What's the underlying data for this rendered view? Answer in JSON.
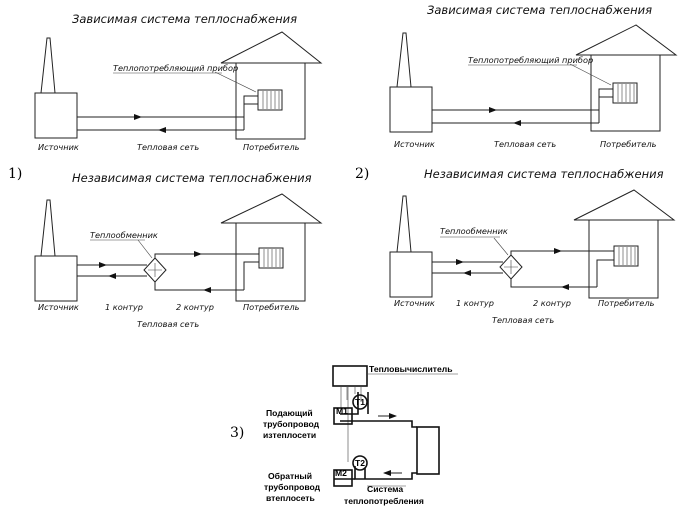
{
  "top_left": {
    "title": "Зависимая система теплоснабжения",
    "device_label": "Теплопотребляющий прибор",
    "source_label": "Источник",
    "network_label": "Тепловая сеть",
    "consumer_label": "Потребитель"
  },
  "top_right": {
    "title": "Зависимая система теплоснабжения",
    "device_label": "Теплопотребляющий прибор",
    "source_label": "Источник",
    "network_label": "Тепловая сеть",
    "consumer_label": "Потребитель"
  },
  "mid_left": {
    "title": "Независимая система теплоснабжения",
    "exchanger_label": "Теплообменник",
    "source_label": "Источник",
    "circuit1_label": "1 контур",
    "circuit2_label": "2 контур",
    "network_label": "Тепловая сеть",
    "consumer_label": "Потребитель"
  },
  "mid_right": {
    "title": "Независимая система теплоснабжения",
    "exchanger_label": "Теплообменник",
    "source_label": "Источник",
    "circuit1_label": "1 контур",
    "circuit2_label": "2 контур",
    "network_label": "Тепловая сеть",
    "consumer_label": "Потребитель"
  },
  "markers": {
    "one": "1)",
    "two": "2)",
    "three": "3)"
  },
  "meter": {
    "calculator_label": "Тепловычислитель",
    "supply_line1": "Подающий",
    "supply_line2": "трубопровод",
    "supply_line3": "изтеплосети",
    "return_line1": "Обратный",
    "return_line2": "трубопровод",
    "return_line3": "втеплосеть",
    "system_line1": "Система",
    "system_line2": "теплопотребления",
    "m1": "M1",
    "m2": "M2",
    "t1": "T1",
    "t2": "T2"
  }
}
